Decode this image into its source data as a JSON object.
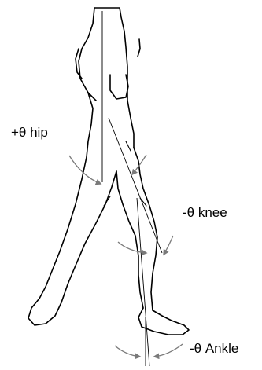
{
  "labels": {
    "hip": "+θ hip",
    "knee": "-θ knee",
    "ankle": "-θ Ankle"
  },
  "colors": {
    "outline": "#000000",
    "angle_arc": "#7a7a7a",
    "background": "#ffffff"
  }
}
